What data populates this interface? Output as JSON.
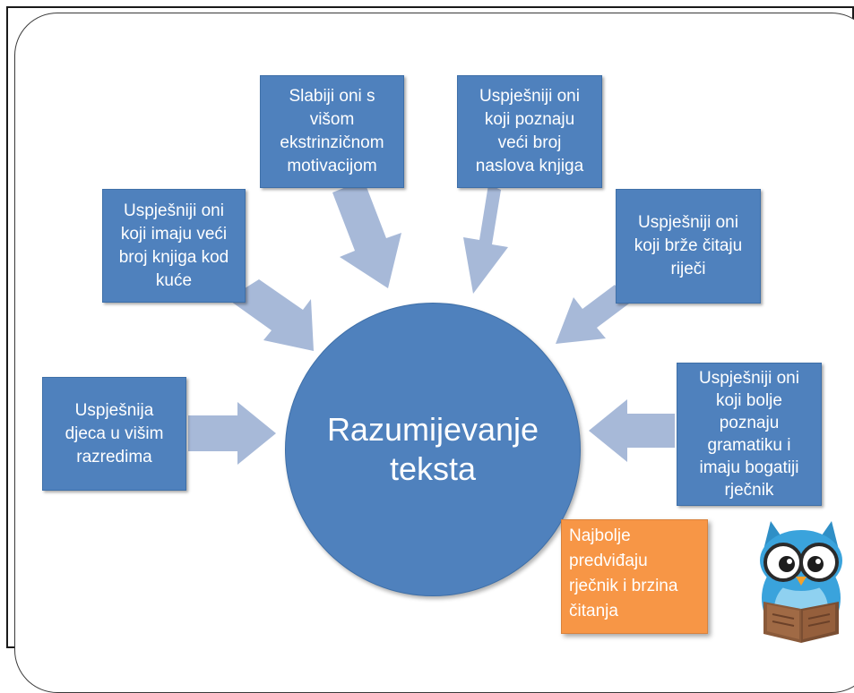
{
  "colors": {
    "node_fill": "#4f81bd",
    "arrow_fill": "#a7b9d8",
    "note_fill": "#f79646"
  },
  "center": {
    "label": "Razumijevanje\nteksta"
  },
  "factors": [
    {
      "id": "left",
      "label": "Uspješnija\ndjeca u višim\nrazredima"
    },
    {
      "id": "upper-left",
      "label": "Uspješniji oni\nkoji imaju veći\nbroj knjiga kod\nkuće"
    },
    {
      "id": "top-left",
      "label": "Slabiji oni s\nvišom\nekstrinzičnom\nmotivacijom"
    },
    {
      "id": "top-right",
      "label": "Uspješniji oni\nkoji poznaju\nveći broj\nnaslova knjiga"
    },
    {
      "id": "upper-right",
      "label": "Uspješniji oni\nkoji brže čitaju\nriječi"
    },
    {
      "id": "right",
      "label": "Uspješniji oni\nkoji bolje\npoznaju\ngramatiku i\nimaju bogatiji\nrječnik"
    }
  ],
  "note": {
    "label": "Najbolje\npredviđaju\nrječnik i brzina\nčitanja"
  },
  "decoration": {
    "icon": "owl-reading-book-icon"
  }
}
